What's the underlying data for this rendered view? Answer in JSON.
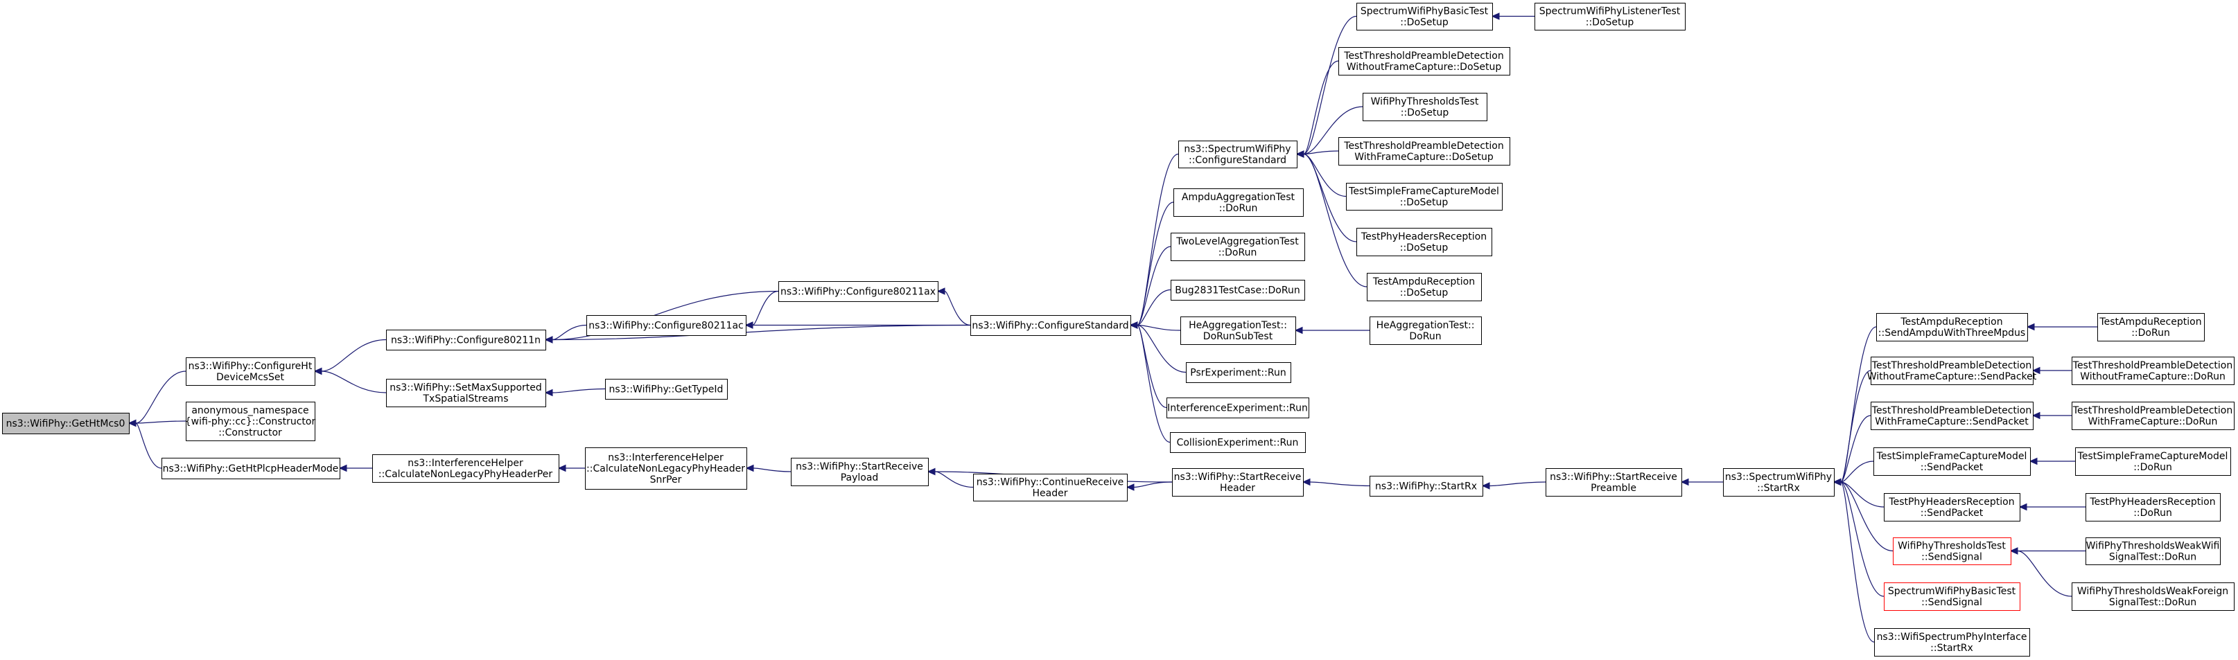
{
  "colors": {
    "edge": "#191970",
    "root_fill": "#bfbfbf",
    "node_border": "#000000",
    "highlight_border": "#ff0000"
  },
  "nodes": [
    {
      "id": "root",
      "lines": [
        "ns3::WifiPhy::GetHtMcs0"
      ],
      "style": "root"
    },
    {
      "id": "cfgHtDev",
      "lines": [
        "ns3::WifiPhy::ConfigureHt",
        "DeviceMcsSet"
      ]
    },
    {
      "id": "anonCtor",
      "lines": [
        "anonymous_namespace",
        "{wifi-phy::cc}::Constructor",
        "::Constructor"
      ]
    },
    {
      "id": "getHtPlcp",
      "lines": [
        "ns3::WifiPhy::GetHtPlcpHeaderMode"
      ]
    },
    {
      "id": "cfg80211n",
      "lines": [
        "ns3::WifiPhy::Configure80211n"
      ]
    },
    {
      "id": "setMaxStreams",
      "lines": [
        "ns3::WifiPhy::SetMaxSupported",
        "TxSpatialStreams"
      ]
    },
    {
      "id": "ihPer",
      "lines": [
        "ns3::InterferenceHelper",
        "::CalculateNonLegacyPhyHeaderPer"
      ]
    },
    {
      "id": "cfg80211ac",
      "lines": [
        "ns3::WifiPhy::Configure80211ac"
      ]
    },
    {
      "id": "getTypeId",
      "lines": [
        "ns3::WifiPhy::GetTypeId"
      ]
    },
    {
      "id": "ihSnrPer",
      "lines": [
        "ns3::InterferenceHelper",
        "::CalculateNonLegacyPhyHeader",
        "SnrPer"
      ]
    },
    {
      "id": "cfg80211ax",
      "lines": [
        "ns3::WifiPhy::Configure80211ax"
      ]
    },
    {
      "id": "startRecvPayload",
      "lines": [
        "ns3::WifiPhy::StartReceive",
        "Payload"
      ]
    },
    {
      "id": "contRecvHeader",
      "lines": [
        "ns3::WifiPhy::ContinueReceive",
        "Header"
      ]
    },
    {
      "id": "cfgStd",
      "lines": [
        "ns3::WifiPhy::ConfigureStandard"
      ]
    },
    {
      "id": "startRecvHeader",
      "lines": [
        "ns3::WifiPhy::StartReceive",
        "Header"
      ]
    },
    {
      "id": "swCfgStd",
      "lines": [
        "ns3::SpectrumWifiPhy",
        "::ConfigureStandard"
      ]
    },
    {
      "id": "ampduAggRun",
      "lines": [
        "AmpduAggregationTest",
        "::DoRun"
      ]
    },
    {
      "id": "twoLevelRun",
      "lines": [
        "TwoLevelAggregationTest",
        "::DoRun"
      ]
    },
    {
      "id": "bug2831Run",
      "lines": [
        "Bug2831TestCase::DoRun"
      ]
    },
    {
      "id": "heAggSub",
      "lines": [
        "HeAggregationTest::",
        "DoRunSubTest"
      ]
    },
    {
      "id": "psrRun",
      "lines": [
        "PsrExperiment::Run"
      ]
    },
    {
      "id": "interfRun",
      "lines": [
        "InterferenceExperiment::Run"
      ]
    },
    {
      "id": "collisionRun",
      "lines": [
        "CollisionExperiment::Run"
      ]
    },
    {
      "id": "startRx",
      "lines": [
        "ns3::WifiPhy::StartRx"
      ]
    },
    {
      "id": "specBasicSetup",
      "lines": [
        "SpectrumWifiPhyBasicTest",
        "::DoSetup"
      ]
    },
    {
      "id": "specListenerSetup",
      "lines": [
        "SpectrumWifiPhyListenerTest",
        "::DoSetup"
      ]
    },
    {
      "id": "tpdWithoutSetup",
      "lines": [
        "TestThresholdPreambleDetection",
        "WithoutFrameCapture::DoSetup"
      ]
    },
    {
      "id": "thrTestSetup",
      "lines": [
        "WifiPhyThresholdsTest",
        "::DoSetup"
      ]
    },
    {
      "id": "tpdWithSetup",
      "lines": [
        "TestThresholdPreambleDetection",
        "WithFrameCapture::DoSetup"
      ]
    },
    {
      "id": "simpleFcSetup",
      "lines": [
        "TestSimpleFrameCaptureModel",
        "::DoSetup"
      ]
    },
    {
      "id": "phyHdrSetup",
      "lines": [
        "TestPhyHeadersReception",
        "::DoSetup"
      ]
    },
    {
      "id": "ampduRecSetup",
      "lines": [
        "TestAmpduReception",
        "::DoSetup"
      ]
    },
    {
      "id": "heAggRun",
      "lines": [
        "HeAggregationTest::",
        "DoRun"
      ]
    },
    {
      "id": "startRecvPreamble",
      "lines": [
        "ns3::WifiPhy::StartReceive",
        "Preamble"
      ]
    },
    {
      "id": "swStartRx",
      "lines": [
        "ns3::SpectrumWifiPhy",
        "::StartRx"
      ]
    },
    {
      "id": "sendAmpdu",
      "lines": [
        "TestAmpduReception",
        "::SendAmpduWithThreeMpdus"
      ]
    },
    {
      "id": "tpdWithoutSend",
      "lines": [
        "TestThresholdPreambleDetection",
        "WithoutFrameCapture::SendPacket"
      ]
    },
    {
      "id": "tpdWithSend",
      "lines": [
        "TestThresholdPreambleDetection",
        "WithFrameCapture::SendPacket"
      ]
    },
    {
      "id": "simpleFcSend",
      "lines": [
        "TestSimpleFrameCaptureModel",
        "::SendPacket"
      ]
    },
    {
      "id": "phyHdrSend",
      "lines": [
        "TestPhyHeadersReception",
        "::SendPacket"
      ]
    },
    {
      "id": "thrSendSignal",
      "lines": [
        "WifiPhyThresholdsTest",
        "::SendSignal"
      ],
      "style": "red"
    },
    {
      "id": "specBasicSend",
      "lines": [
        "SpectrumWifiPhyBasicTest",
        "::SendSignal"
      ],
      "style": "red"
    },
    {
      "id": "wsiStartRx",
      "lines": [
        "ns3::WifiSpectrumPhyInterface",
        "::StartRx"
      ]
    },
    {
      "id": "ampduRecRun",
      "lines": [
        "TestAmpduReception",
        "::DoRun"
      ]
    },
    {
      "id": "tpdWithoutRun",
      "lines": [
        "TestThresholdPreambleDetection",
        "WithoutFrameCapture::DoRun"
      ]
    },
    {
      "id": "tpdWithRun",
      "lines": [
        "TestThresholdPreambleDetection",
        "WithFrameCapture::DoRun"
      ]
    },
    {
      "id": "simpleFcRun",
      "lines": [
        "TestSimpleFrameCaptureModel",
        "::DoRun"
      ]
    },
    {
      "id": "phyHdrRun",
      "lines": [
        "TestPhyHeadersReception",
        "::DoRun"
      ]
    },
    {
      "id": "weakWifiRun",
      "lines": [
        "WifiPhyThresholdsWeakWifi",
        "SignalTest::DoRun"
      ]
    },
    {
      "id": "weakForeignRun",
      "lines": [
        "WifiPhyThresholdsWeakForeign",
        "SignalTest::DoRun"
      ]
    }
  ],
  "edges": [
    [
      "cfgHtDev",
      "root"
    ],
    [
      "anonCtor",
      "root"
    ],
    [
      "getHtPlcp",
      "root"
    ],
    [
      "cfg80211n",
      "cfgHtDev"
    ],
    [
      "setMaxStreams",
      "cfgHtDev"
    ],
    [
      "ihPer",
      "getHtPlcp"
    ],
    [
      "cfg80211ac",
      "cfg80211n"
    ],
    [
      "cfg80211ax",
      "cfg80211n"
    ],
    [
      "cfgStd",
      "cfg80211n"
    ],
    [
      "getTypeId",
      "setMaxStreams"
    ],
    [
      "ihSnrPer",
      "ihPer"
    ],
    [
      "cfg80211ax",
      "cfg80211ac"
    ],
    [
      "cfgStd",
      "cfg80211ac"
    ],
    [
      "startRecvPayload",
      "ihSnrPer"
    ],
    [
      "cfgStd",
      "cfg80211ax"
    ],
    [
      "startRecvHeader",
      "startRecvPayload"
    ],
    [
      "contRecvHeader",
      "startRecvPayload"
    ],
    [
      "startRecvHeader",
      "contRecvHeader"
    ],
    [
      "swCfgStd",
      "cfgStd"
    ],
    [
      "ampduAggRun",
      "cfgStd"
    ],
    [
      "twoLevelRun",
      "cfgStd"
    ],
    [
      "bug2831Run",
      "cfgStd"
    ],
    [
      "heAggSub",
      "cfgStd"
    ],
    [
      "psrRun",
      "cfgStd"
    ],
    [
      "interfRun",
      "cfgStd"
    ],
    [
      "collisionRun",
      "cfgStd"
    ],
    [
      "startRx",
      "startRecvHeader"
    ],
    [
      "specBasicSetup",
      "swCfgStd"
    ],
    [
      "tpdWithoutSetup",
      "swCfgStd"
    ],
    [
      "thrTestSetup",
      "swCfgStd"
    ],
    [
      "tpdWithSetup",
      "swCfgStd"
    ],
    [
      "simpleFcSetup",
      "swCfgStd"
    ],
    [
      "phyHdrSetup",
      "swCfgStd"
    ],
    [
      "ampduRecSetup",
      "swCfgStd"
    ],
    [
      "heAggRun",
      "heAggSub"
    ],
    [
      "startRecvPreamble",
      "startRx"
    ],
    [
      "specListenerSetup",
      "specBasicSetup"
    ],
    [
      "swStartRx",
      "startRecvPreamble"
    ],
    [
      "sendAmpdu",
      "swStartRx"
    ],
    [
      "tpdWithoutSend",
      "swStartRx"
    ],
    [
      "tpdWithSend",
      "swStartRx"
    ],
    [
      "simpleFcSend",
      "swStartRx"
    ],
    [
      "phyHdrSend",
      "swStartRx"
    ],
    [
      "thrSendSignal",
      "swStartRx"
    ],
    [
      "specBasicSend",
      "swStartRx"
    ],
    [
      "wsiStartRx",
      "swStartRx"
    ],
    [
      "ampduRecRun",
      "sendAmpdu"
    ],
    [
      "tpdWithoutRun",
      "tpdWithoutSend"
    ],
    [
      "tpdWithRun",
      "tpdWithSend"
    ],
    [
      "simpleFcRun",
      "simpleFcSend"
    ],
    [
      "phyHdrRun",
      "phyHdrSend"
    ],
    [
      "weakWifiRun",
      "thrSendSignal"
    ],
    [
      "weakForeignRun",
      "thrSendSignal"
    ]
  ]
}
